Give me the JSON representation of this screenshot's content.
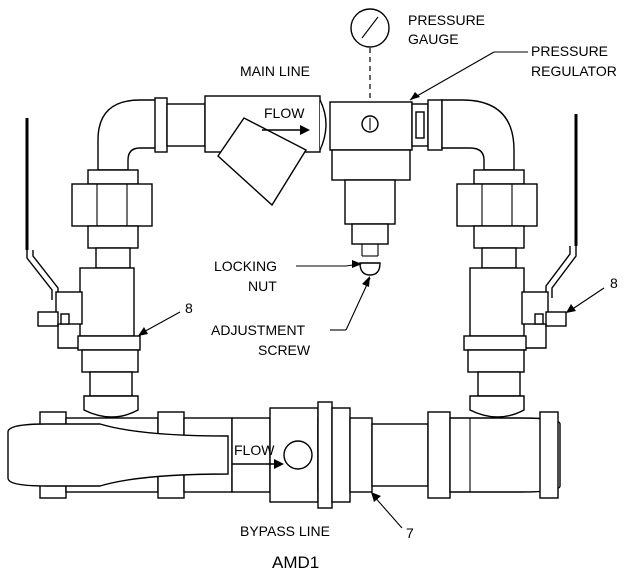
{
  "labels": {
    "pressure_gauge_1": "PRESSURE",
    "pressure_gauge_2": "GAUGE",
    "pressure_regulator_1": "PRESSURE",
    "pressure_regulator_2": "REGULATOR",
    "main_line": "MAIN LINE",
    "flow_top": "FLOW",
    "flow_bottom": "FLOW",
    "locking_nut_1": "LOCKING",
    "locking_nut_2": "NUT",
    "adjustment_screw_1": "ADJUSTMENT",
    "adjustment_screw_2": "SCREW",
    "callout_left": "8",
    "callout_right": "8",
    "callout_bottom": "7",
    "bypass_line": "BYPASS LINE",
    "model": "AMD1"
  }
}
